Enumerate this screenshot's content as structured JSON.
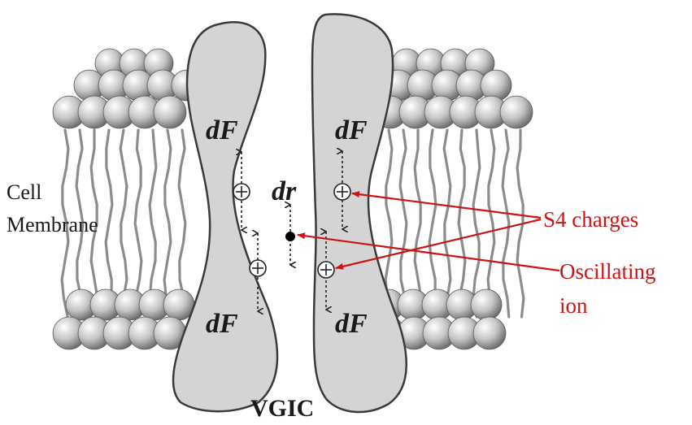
{
  "labels": {
    "cell_membrane_line1": "Cell",
    "cell_membrane_line2": "Membrane",
    "s4_charges": "S4 charges",
    "oscillating_line1": "Oscillating",
    "oscillating_line2": "ion",
    "vgic": "VGIC",
    "df_left_top": "dF",
    "df_right_top": "dF",
    "df_left_bottom": "dF",
    "df_right_bottom": "dF",
    "dr": "dr"
  },
  "colors": {
    "annotation": "#cc1414",
    "channel_fill": "#d4d4d4",
    "outline": "#3a3a3a",
    "lipid_tail": "#8c8c8c",
    "background": "#ffffff"
  },
  "icons": {
    "charge": "circled-plus-icon",
    "ion": "filled-dot-icon",
    "force": "double-arrow-icon"
  }
}
